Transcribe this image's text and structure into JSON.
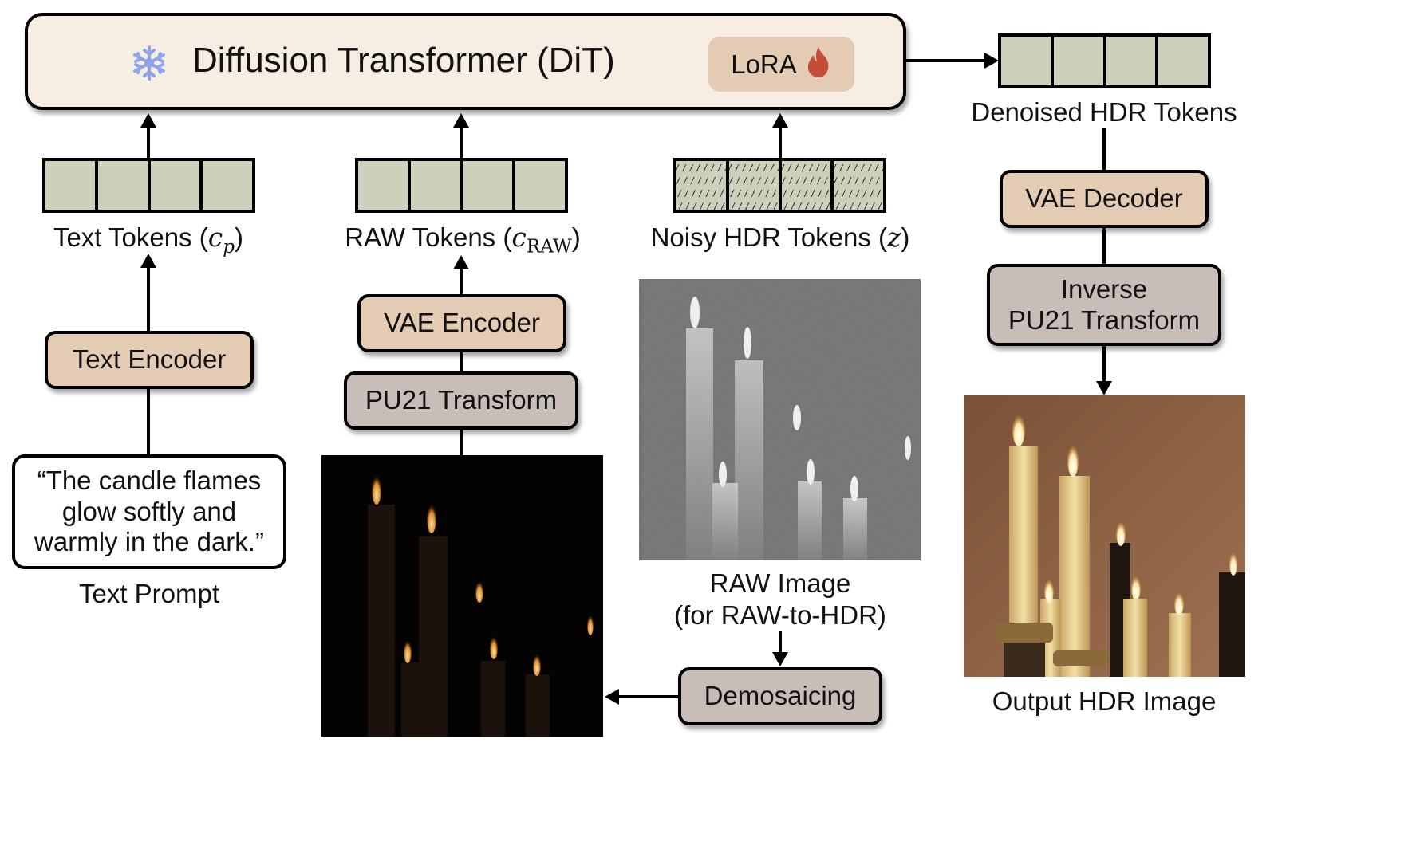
{
  "dit": {
    "title": "Diffusion Transformer (DiT)",
    "frozen_icon": "snowflake-icon",
    "lora_label": "LoRA",
    "trainable_icon": "fire-icon"
  },
  "tokens": {
    "text": {
      "label": "Text Tokens (",
      "symbol": "c",
      "subscript": "p",
      "close": ")"
    },
    "raw": {
      "label": "RAW Tokens (",
      "symbol": "c",
      "subscript": "RAW",
      "close": ")"
    },
    "noisy": {
      "label": "Noisy HDR Tokens (",
      "symbol": "z",
      "close": ")"
    },
    "denoised": {
      "label": "Denoised HDR Tokens"
    }
  },
  "modules": {
    "text_encoder": "Text Encoder",
    "vae_encoder": "VAE Encoder",
    "pu21_transform": "PU21 Transform",
    "vae_decoder": "VAE Decoder",
    "inverse_pu21_line1": "Inverse",
    "inverse_pu21_line2": "PU21 Transform",
    "demosaicing": "Demosaicing"
  },
  "prompt": {
    "line1": "“The candle flames",
    "line2": "glow softly and",
    "line3": "warmly in the dark.”",
    "caption": "Text Prompt"
  },
  "images": {
    "raw_caption_line1": "RAW Image",
    "raw_caption_line2": "(for RAW-to-HDR)",
    "output_caption": "Output HDR Image"
  },
  "colors": {
    "dit_fill": "#f6eee3",
    "encoder_fill": "#e4cbb3",
    "transform_fill": "#c8bdb8",
    "token_fill": "#cfd0bb",
    "snowflake": "#8fa3ea",
    "fire": "#c44d38"
  }
}
